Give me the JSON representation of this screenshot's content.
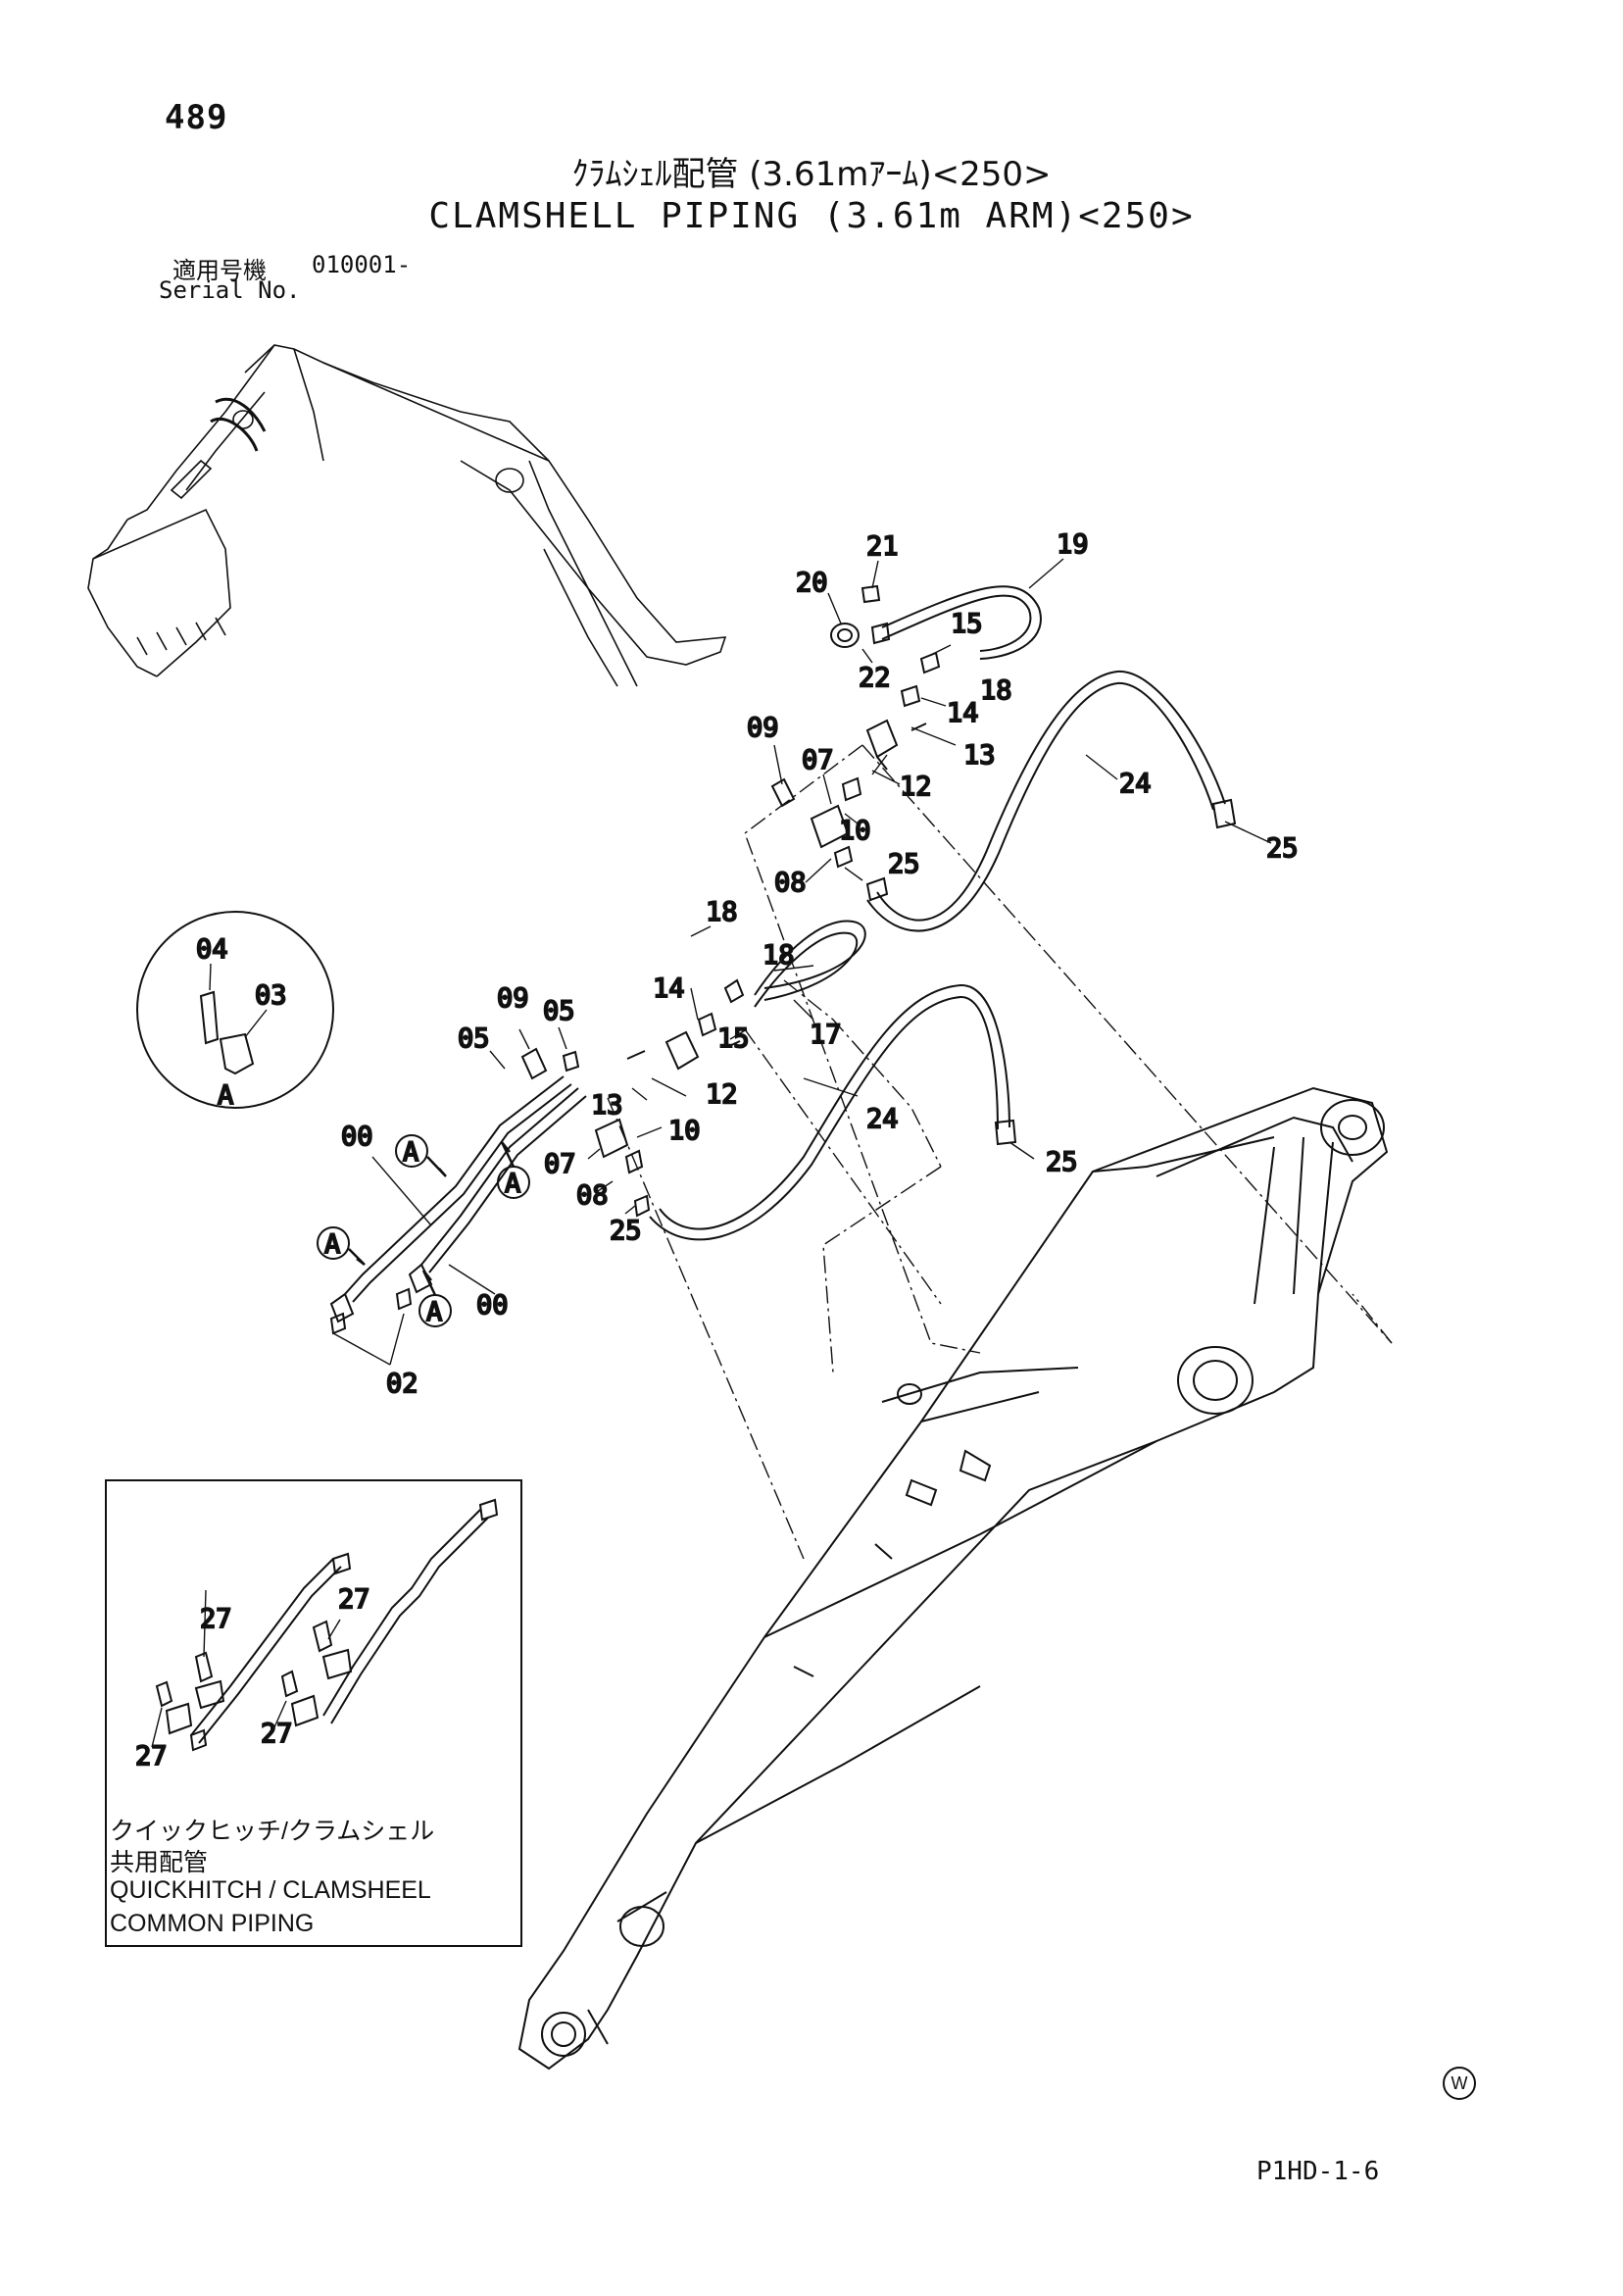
{
  "page_number": "489",
  "title_jp": "ｸﾗﾑｼｪﾙ配管 (3.61mｱｰﾑ)<250>",
  "title_en": "CLAMSHELL PIPING (3.61m ARM)<250>",
  "serial": {
    "label_jp": "適用号機",
    "label_en": "Serial No.",
    "value": "010001-"
  },
  "callouts": {
    "c21": "21",
    "c19": "19",
    "c20": "20",
    "c22": "22",
    "c15a": "15",
    "c18a": "18",
    "c14a": "14",
    "c13a": "13",
    "c09a": "09",
    "c07a": "07",
    "c12a": "12",
    "c10a": "10",
    "c24a": "24",
    "c25a": "25",
    "c25b": "25",
    "c08a": "08",
    "c18b": "18",
    "c18c": "18",
    "c14b": "14",
    "c15b": "15",
    "c17": "17",
    "c09b": "09",
    "c05a": "05",
    "c05b": "05",
    "c13b": "13",
    "c12b": "12",
    "c10b": "10",
    "c24b": "24",
    "c25c": "25",
    "c07b": "07",
    "c08b": "08",
    "c25d": "25",
    "c00a": "00",
    "c00b": "00",
    "c02": "02",
    "c04": "04",
    "c03": "03",
    "c27a": "27",
    "c27b": "27",
    "c27c": "27",
    "c27d": "27"
  },
  "view_markers": {
    "a1": "A",
    "a2": "A",
    "a3": "A",
    "a4": "A",
    "detail": "A"
  },
  "inset_caption": {
    "line1": "クイックヒッチ/クラムシェル",
    "line2": "共用配管",
    "line3": "QUICKHITCH / CLAMSHEEL",
    "line4": "COMMON  PIPING"
  },
  "bottom_code": "P1HD-1-6",
  "watermark_mark": "W"
}
